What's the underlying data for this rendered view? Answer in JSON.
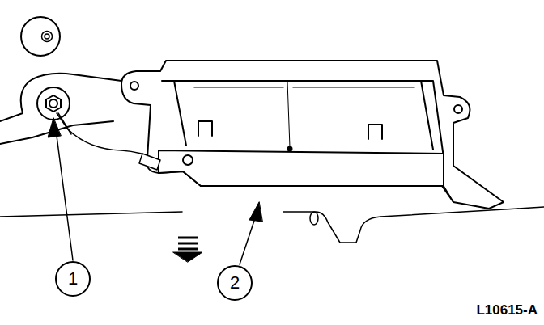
{
  "diagram": {
    "labels": [
      "1",
      "2",
      "L10615-A"
    ]
  }
}
